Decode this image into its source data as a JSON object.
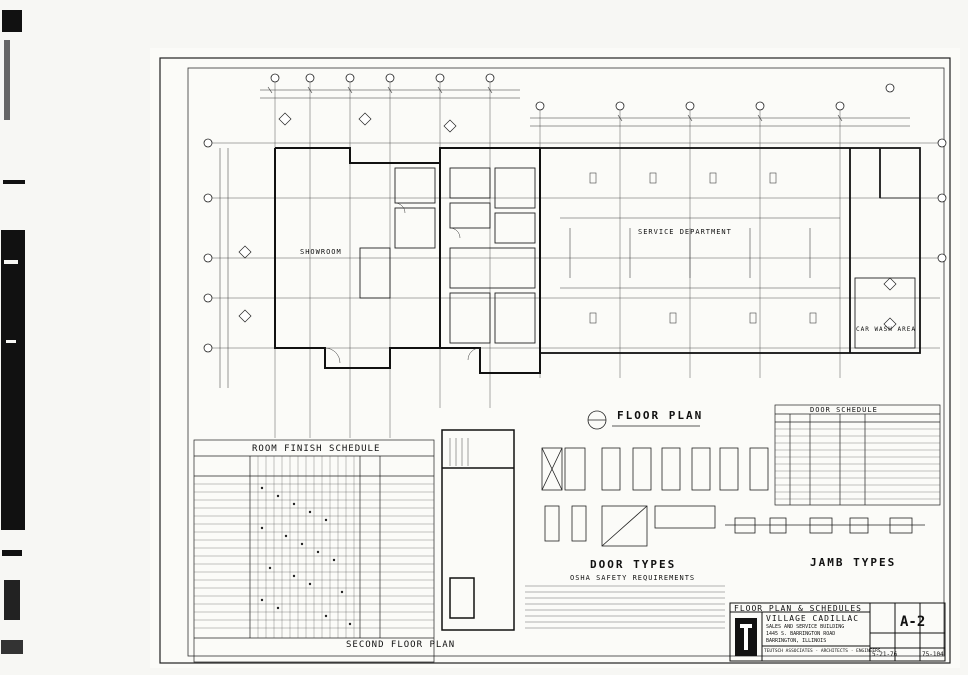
{
  "drawing": {
    "floor_plan_title": "FLOOR PLAN",
    "room_finish_schedule_title": "ROOM FINISH SCHEDULE",
    "second_floor_plan_title": "SECOND FLOOR PLAN",
    "door_schedule_title": "DOOR SCHEDULE",
    "door_types_title": "DOOR TYPES",
    "jamb_types_title": "JAMB TYPES",
    "osha_title": "OSHA SAFETY REQUIREMENTS",
    "room_labels": {
      "showroom": "SHOWROOM",
      "service_dept": "SERVICE DEPARTMENT",
      "car_wash": "CAR WASH AREA"
    }
  },
  "title_block": {
    "sheet_title": "FLOOR PLAN & SCHEDULES",
    "project_name": "VILLAGE CADILLAC",
    "project_sub": "SALES AND SERVICE BUILDING",
    "address": "1445 S. BARRINGTON ROAD",
    "city": "BARRINGTON, ILLINOIS",
    "firm": "TEUTSCH ASSOCIATES · ARCHITECTS · ENGINEERS",
    "sheet_number": "A-2",
    "date": "5-21-76",
    "job_number": "75-104"
  }
}
